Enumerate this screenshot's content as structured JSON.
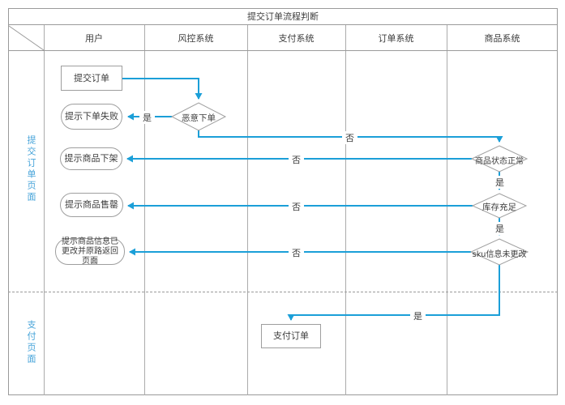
{
  "title": "提交订单流程判断",
  "colors": {
    "accent": "#1b9fd8",
    "lane_label": "#45a3d9",
    "border": "#9a9a9a",
    "shape_border": "#9e9e9e"
  },
  "header": {
    "columns": [
      {
        "label": "用户"
      },
      {
        "label": "风控系统"
      },
      {
        "label": "支付系统"
      },
      {
        "label": "订单系统"
      },
      {
        "label": "商品系统"
      }
    ]
  },
  "page_rows": [
    {
      "label": "提交订单页面"
    },
    {
      "label": "支付页面"
    }
  ],
  "nodes": {
    "submit_order": {
      "label": "提交订单",
      "type": "process"
    },
    "order_fail": {
      "label": "提示下单失败",
      "type": "terminator"
    },
    "malicious_order": {
      "label": "恶意下单",
      "type": "decision"
    },
    "product_off_shelf": {
      "label": "提示商品下架",
      "type": "terminator"
    },
    "product_sold_out": {
      "label": "提示商品售罄",
      "type": "terminator"
    },
    "product_info_changed": {
      "label": "提示商品信息已更改并原路返回页面",
      "type": "terminator"
    },
    "product_status_ok": {
      "label": "商品状态正常",
      "type": "decision"
    },
    "stock_sufficient": {
      "label": "库存充足",
      "type": "decision"
    },
    "sku_unchanged": {
      "label": "sku信息未更改",
      "type": "decision"
    },
    "pay_order": {
      "label": "支付订单",
      "type": "process"
    }
  },
  "edge_labels": {
    "yes": "是",
    "no": "否"
  }
}
